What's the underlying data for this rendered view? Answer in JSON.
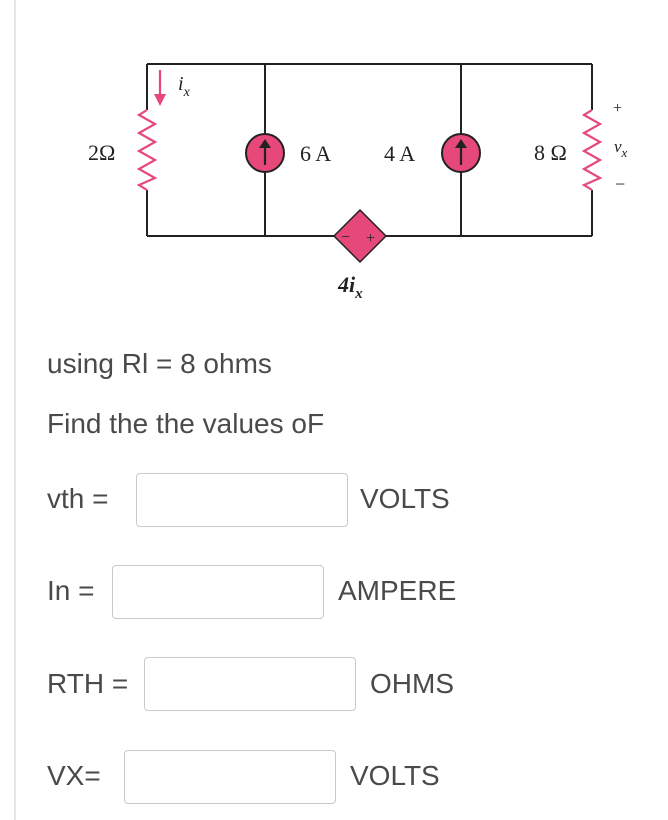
{
  "circuit": {
    "resistor_left_label": "2Ω",
    "current_arrow_label": "i",
    "current_arrow_sub": "x",
    "source_a_label": "6 A",
    "source_b_label": "4 A",
    "dependent_source_label": "4i",
    "dependent_source_sub": "x",
    "dependent_minus": "−",
    "dependent_plus": "+",
    "resistor_right_label": "8 Ω",
    "voltage_label": "v",
    "voltage_sub": "x",
    "voltage_plus": "+",
    "voltage_minus": "−",
    "colors": {
      "source_fill": "#e7487a",
      "wire": "#222222"
    }
  },
  "prompt": {
    "given": "using Rl = 8 ohms",
    "instruction": "Find the the values oF"
  },
  "fields": [
    {
      "label": "vth =",
      "value": "",
      "unit": "VOLTS"
    },
    {
      "label": "In =",
      "value": "",
      "unit": "AMPERE"
    },
    {
      "label": "RTH =",
      "value": "",
      "unit": "OHMS"
    },
    {
      "label": "VX=",
      "value": "",
      "unit": "VOLTS"
    }
  ]
}
